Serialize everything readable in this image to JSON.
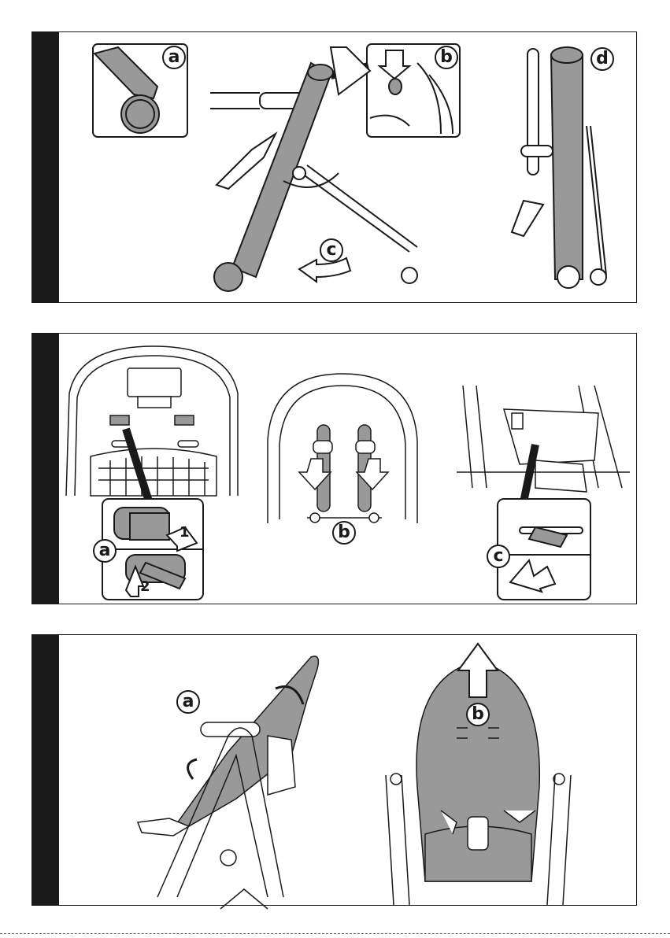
{
  "colors": {
    "frame": "#1a1a1a",
    "shaded": "#999999",
    "background": "#ffffff"
  },
  "panel1": {
    "labels": [
      "a",
      "b",
      "c",
      "d"
    ]
  },
  "panel2": {
    "labels": [
      "a",
      "b",
      "c"
    ],
    "steps": [
      "1",
      "2"
    ]
  },
  "panel3": {
    "labels": [
      "a",
      "b"
    ]
  }
}
